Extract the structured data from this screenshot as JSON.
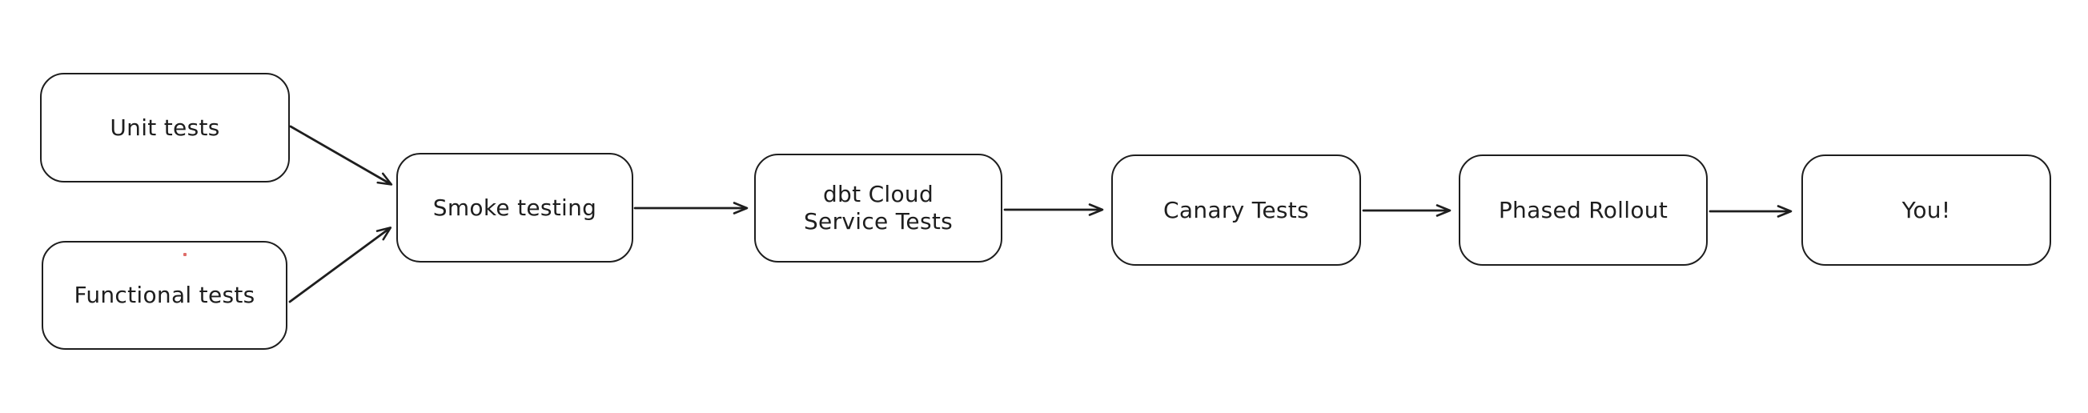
{
  "diagram": {
    "background_color": "#ffffff",
    "stroke_color": "#1e1e1e",
    "style": "hand-drawn flowchart",
    "nodes": [
      {
        "id": "unit-tests",
        "label": "Unit tests"
      },
      {
        "id": "functional-tests",
        "label": "Functional tests"
      },
      {
        "id": "smoke-testing",
        "label": "Smoke testing"
      },
      {
        "id": "dbt-cloud-service-tests",
        "label": "dbt Cloud Service Tests",
        "label_line1": "dbt Cloud",
        "label_line2": "Service Tests"
      },
      {
        "id": "canary-tests",
        "label": "Canary Tests"
      },
      {
        "id": "phased-rollout",
        "label": "Phased Rollout"
      },
      {
        "id": "you",
        "label": "You!"
      }
    ],
    "edges": [
      {
        "from": "unit-tests",
        "to": "smoke-testing"
      },
      {
        "from": "functional-tests",
        "to": "smoke-testing"
      },
      {
        "from": "smoke-testing",
        "to": "dbt-cloud-service-tests"
      },
      {
        "from": "dbt-cloud-service-tests",
        "to": "canary-tests"
      },
      {
        "from": "canary-tests",
        "to": "phased-rollout"
      },
      {
        "from": "phased-rollout",
        "to": "you"
      }
    ]
  }
}
